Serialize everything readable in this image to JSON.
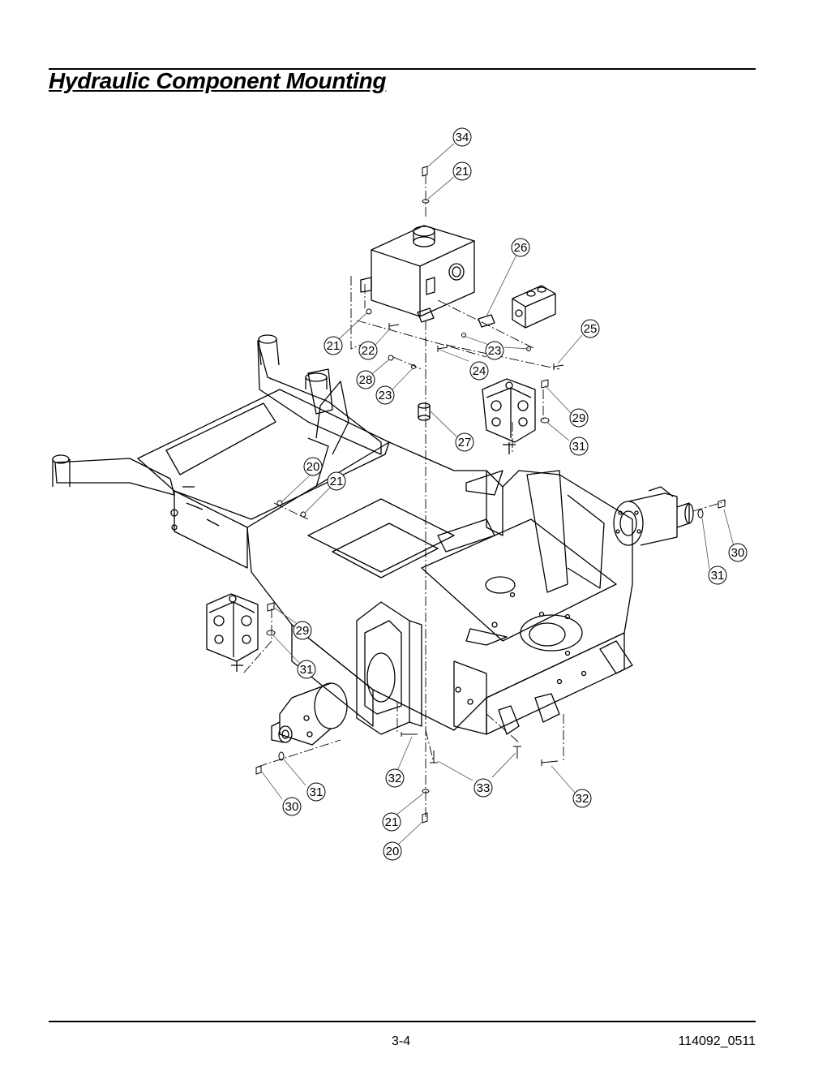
{
  "header": {
    "title": "Hydraulic Component Mounting"
  },
  "footer": {
    "page_number": "3-4",
    "doc_code": "114092_0511"
  },
  "callouts": [
    "34",
    "21",
    "26",
    "25",
    "21",
    "22",
    "23",
    "28",
    "23",
    "24",
    "29",
    "27",
    "31",
    "20",
    "21",
    "30",
    "31",
    "29",
    "31",
    "31",
    "30",
    "32",
    "33",
    "32",
    "21",
    "20"
  ]
}
